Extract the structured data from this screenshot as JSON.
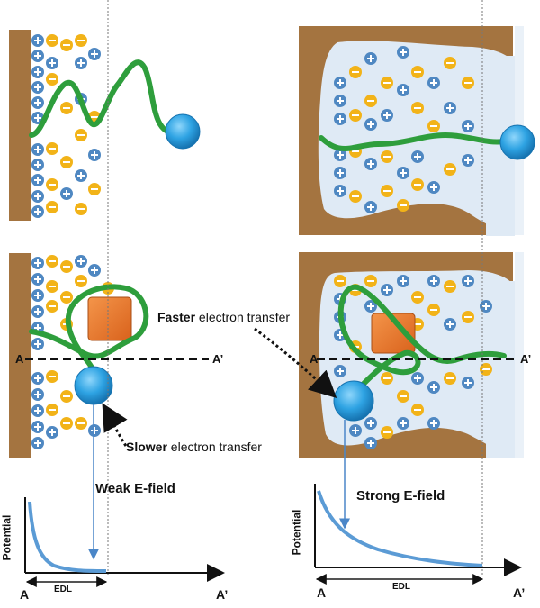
{
  "labels": {
    "faster_bold": "Faster",
    "faster_rest": " electron transfer",
    "slower_bold": "Slower",
    "slower_rest": " electron transfer",
    "weak_field": "Weak E-field",
    "strong_field": "Strong E-field",
    "potential": "Potential",
    "edl": "EDL",
    "point_a": "A",
    "point_a_prime": "A’"
  },
  "colors": {
    "electrode": "#a47440",
    "electrode_dark": "#8a5d2e",
    "electrolyte": "#dfeaf5",
    "cation": "#4f88c2",
    "anion": "#f2b318",
    "dna_strand": "#2e9e3c",
    "redox_label": "#38a6e2",
    "protein": "#e8782a",
    "potential_curve": "#5b9bd5",
    "arrow": "#4a86c8"
  },
  "icons": {
    "cation": "plus-in-circle",
    "anion": "minus-in-circle"
  }
}
